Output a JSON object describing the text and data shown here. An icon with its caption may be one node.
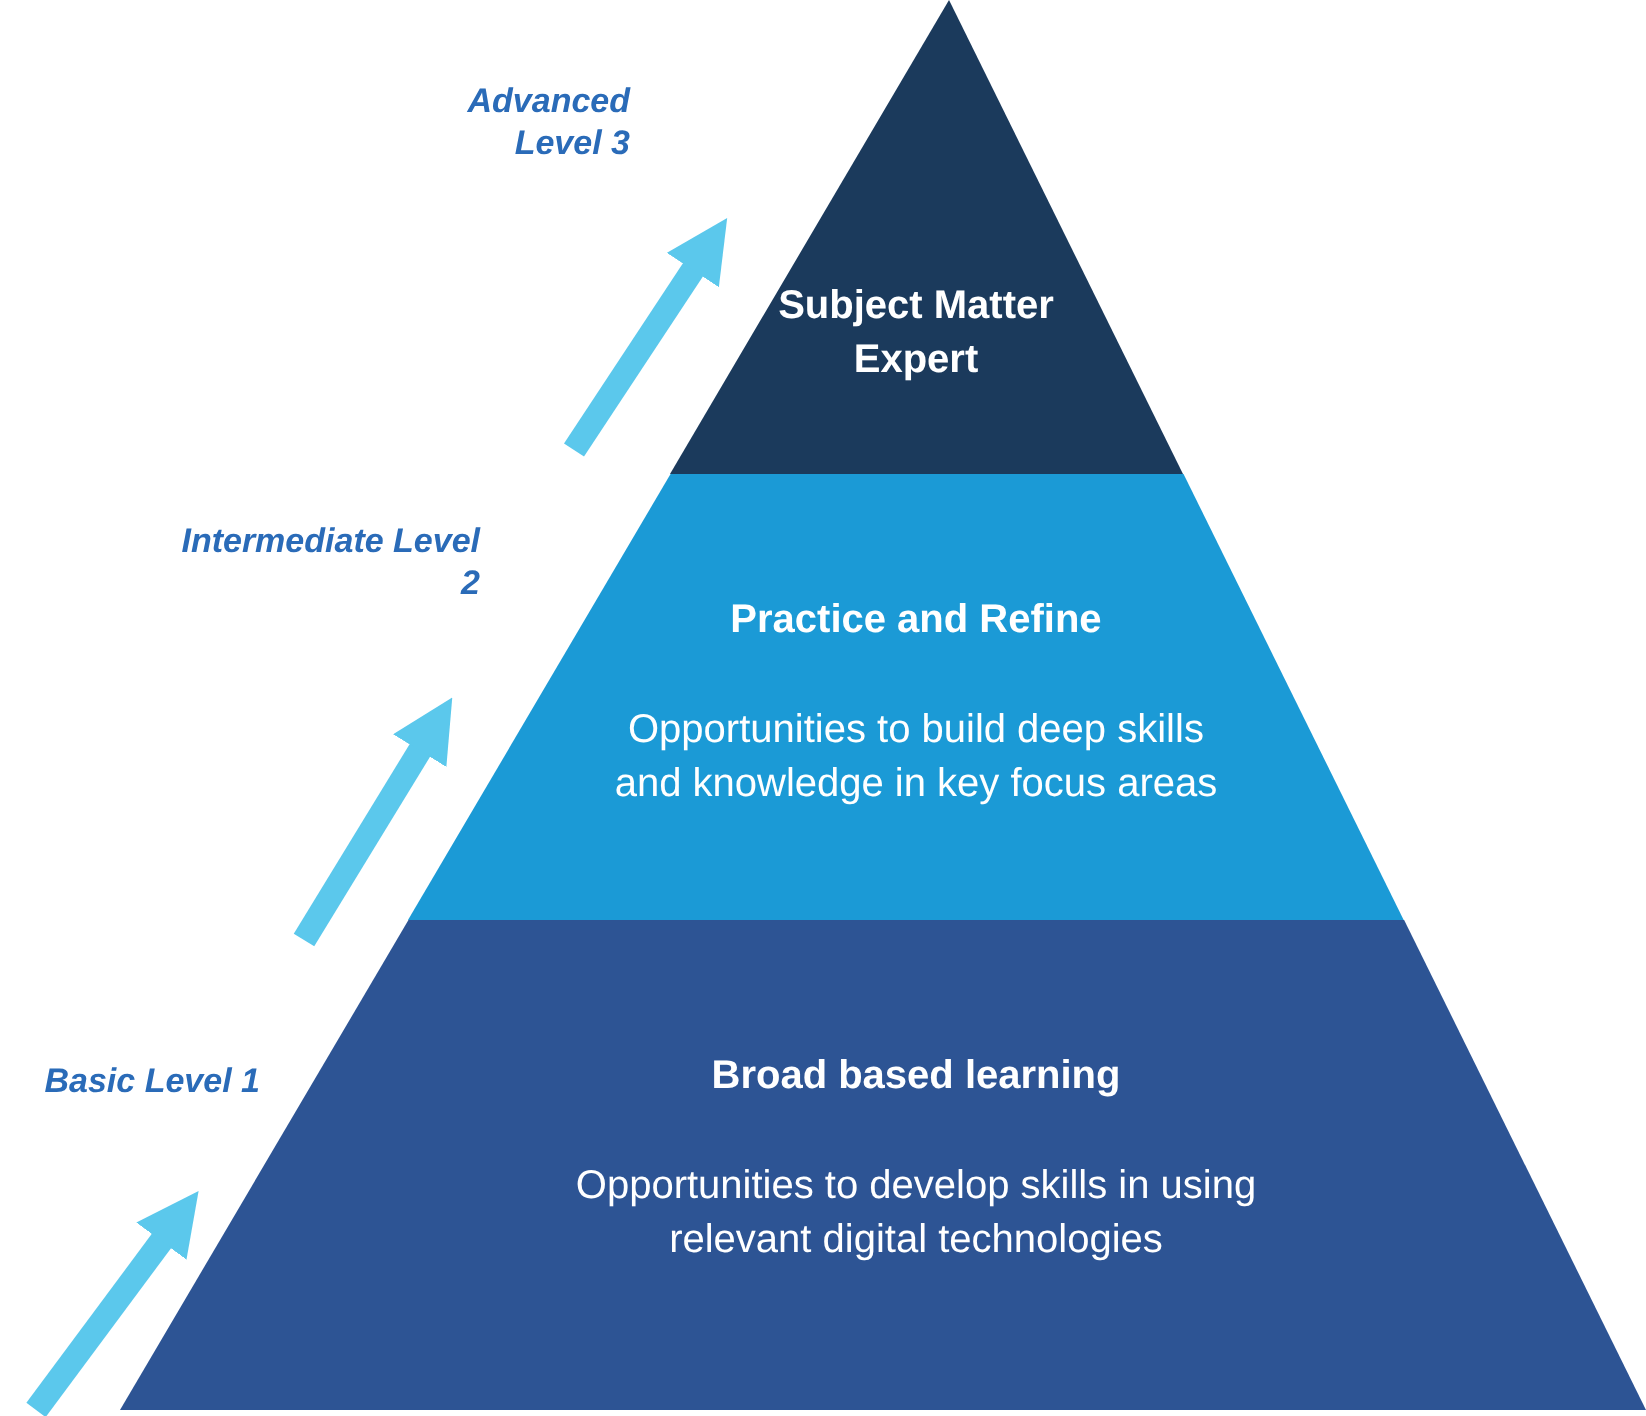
{
  "diagram": {
    "nodes": [
      {
        "text": [
          "Subject Matter Expert"
        ]
      },
      {
        "text": [
          "Practice and Refine",
          "Opportunities to build deep skills and knowledge in key focus areas"
        ]
      },
      {
        "text": [
          "Broad based learning",
          "Opportunities to develop skills in using relevant digital technologies"
        ]
      }
    ],
    "labels": [
      "Advanced Level 3",
      "Intermediate Level 2",
      "Basic Level 1"
    ]
  }
}
